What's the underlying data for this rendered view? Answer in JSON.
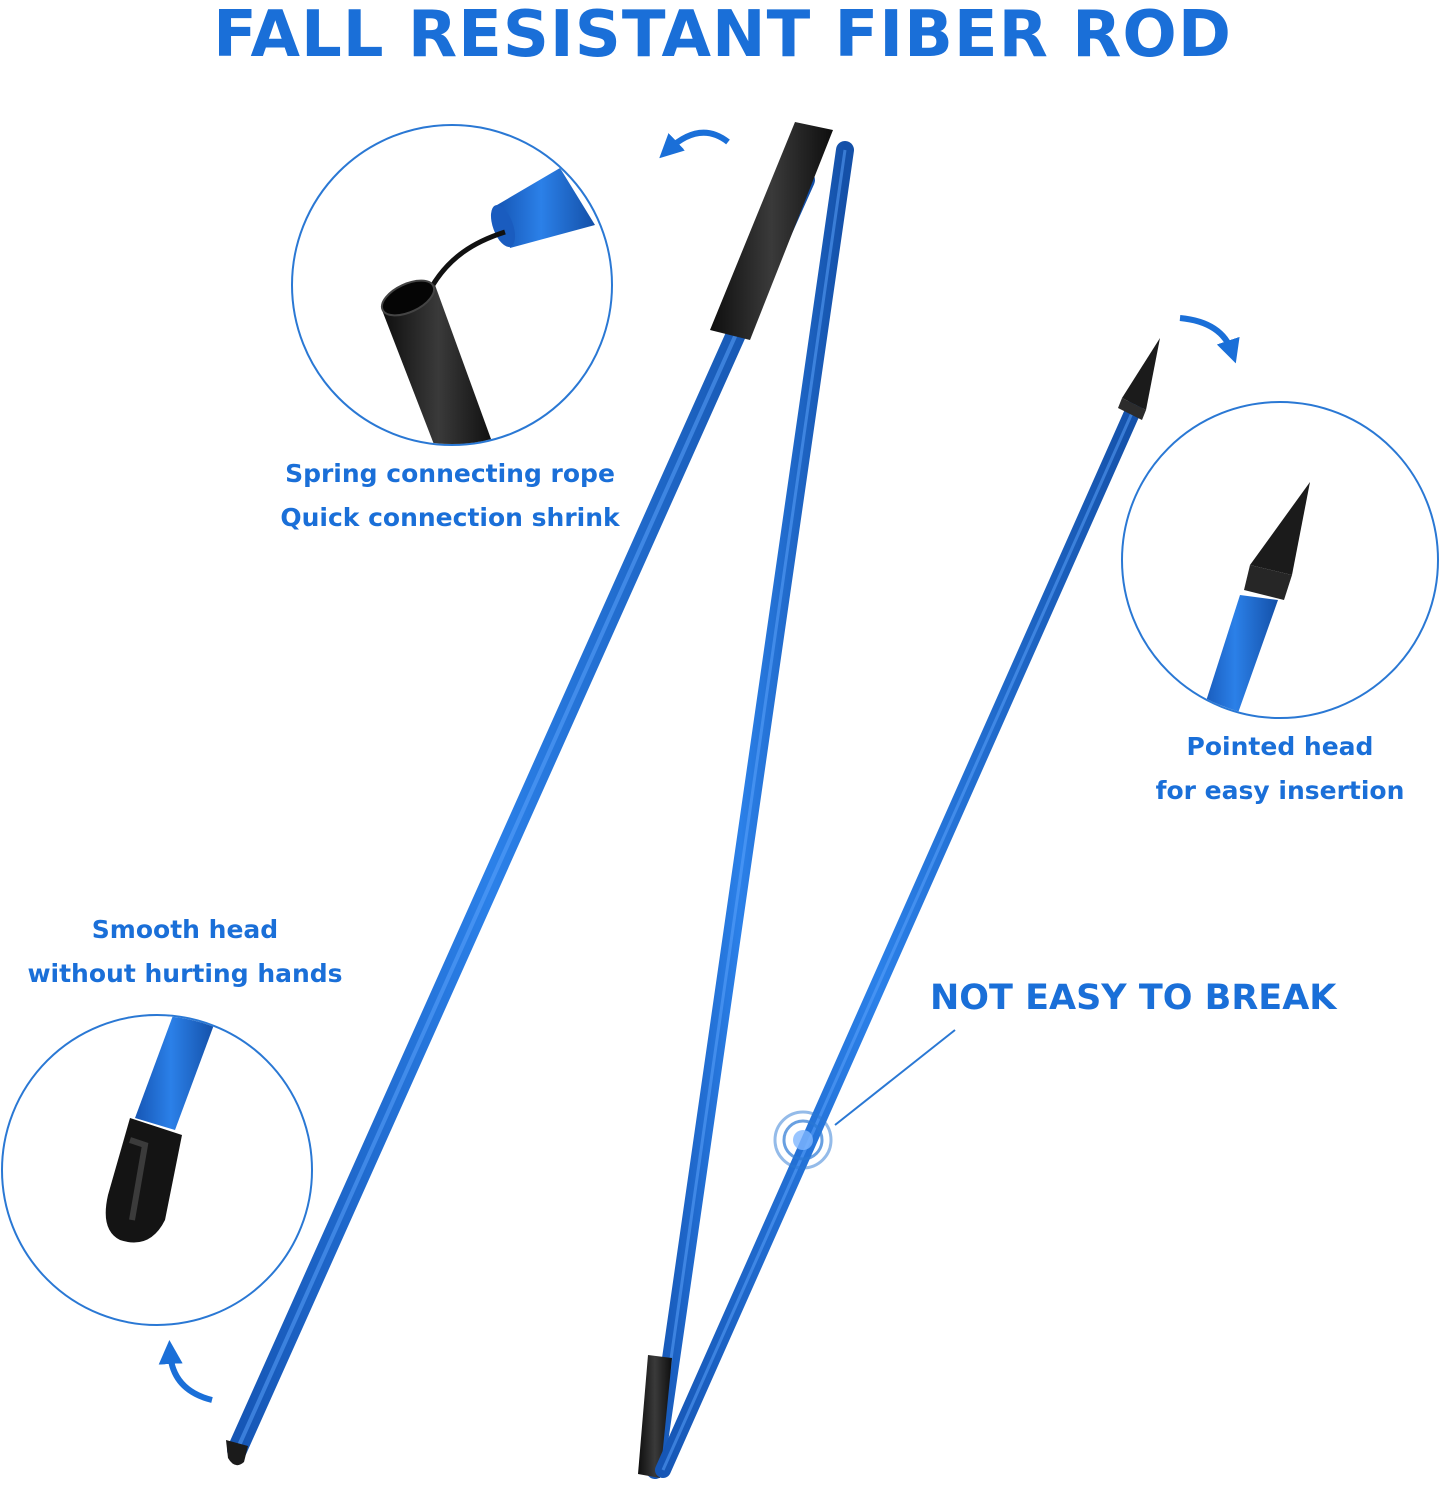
{
  "title": "FALL RESISTANT FIBER ROD",
  "callouts": {
    "spring": {
      "line1": "Spring connecting rope",
      "line2": "Quick connection shrink"
    },
    "pointed": {
      "line1": "Pointed head",
      "line2": "for easy insertion"
    },
    "smooth": {
      "line1": "Smooth head",
      "line2": "without hurting hands"
    },
    "durable": "NOT EASY TO BREAK"
  },
  "colors": {
    "accent": "#1a6fd8",
    "rod_blue": "#1f6fd6",
    "rod_dark": "#154fa8",
    "cap_black": "#1b1b1b",
    "circle_outline": "#2a78d4"
  },
  "icons": [
    "rotate-arrow-icon",
    "rotate-arrow-icon",
    "rotate-arrow-icon",
    "ripple-marker-icon"
  ]
}
